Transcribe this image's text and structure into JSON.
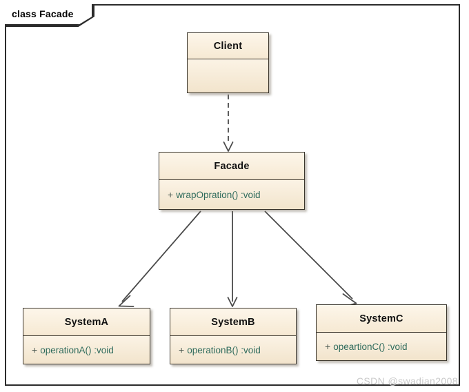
{
  "frame": {
    "label": "class Facade"
  },
  "classes": [
    {
      "id": "client",
      "name": "Client",
      "members": []
    },
    {
      "id": "facade",
      "name": "Facade",
      "members": [
        {
          "visibility": "+",
          "signature": "wrapOpration()  :void"
        }
      ]
    },
    {
      "id": "systema",
      "name": "SystemA",
      "members": [
        {
          "visibility": "+",
          "signature": "operationA()  :void"
        }
      ]
    },
    {
      "id": "systemb",
      "name": "SystemB",
      "members": [
        {
          "visibility": "+",
          "signature": "operationB()  :void"
        }
      ]
    },
    {
      "id": "systemc",
      "name": "SystemC",
      "members": [
        {
          "visibility": "+",
          "signature": "opeartionC()  :void"
        }
      ]
    }
  ],
  "relations": [
    {
      "id": "client-facade",
      "from": "Client",
      "to": "Facade",
      "style": "dashed",
      "arrow": "open"
    },
    {
      "id": "facade-systema",
      "from": "Facade",
      "to": "SystemA",
      "style": "solid",
      "arrow": "open"
    },
    {
      "id": "facade-systemb",
      "from": "Facade",
      "to": "SystemB",
      "style": "solid",
      "arrow": "open"
    },
    {
      "id": "facade-systemc",
      "from": "Facade",
      "to": "SystemC",
      "style": "solid",
      "arrow": "open"
    }
  ],
  "colors": {
    "box_fill_title": "#fdf6ea",
    "box_fill_body": "#f2e4cc",
    "box_border": "#3a352c",
    "member_text": "#2f6b5c",
    "line": "#4a4a4a",
    "watermark": "#c9c9c9"
  },
  "watermark": {
    "text": "CSDN @swadian2008"
  }
}
